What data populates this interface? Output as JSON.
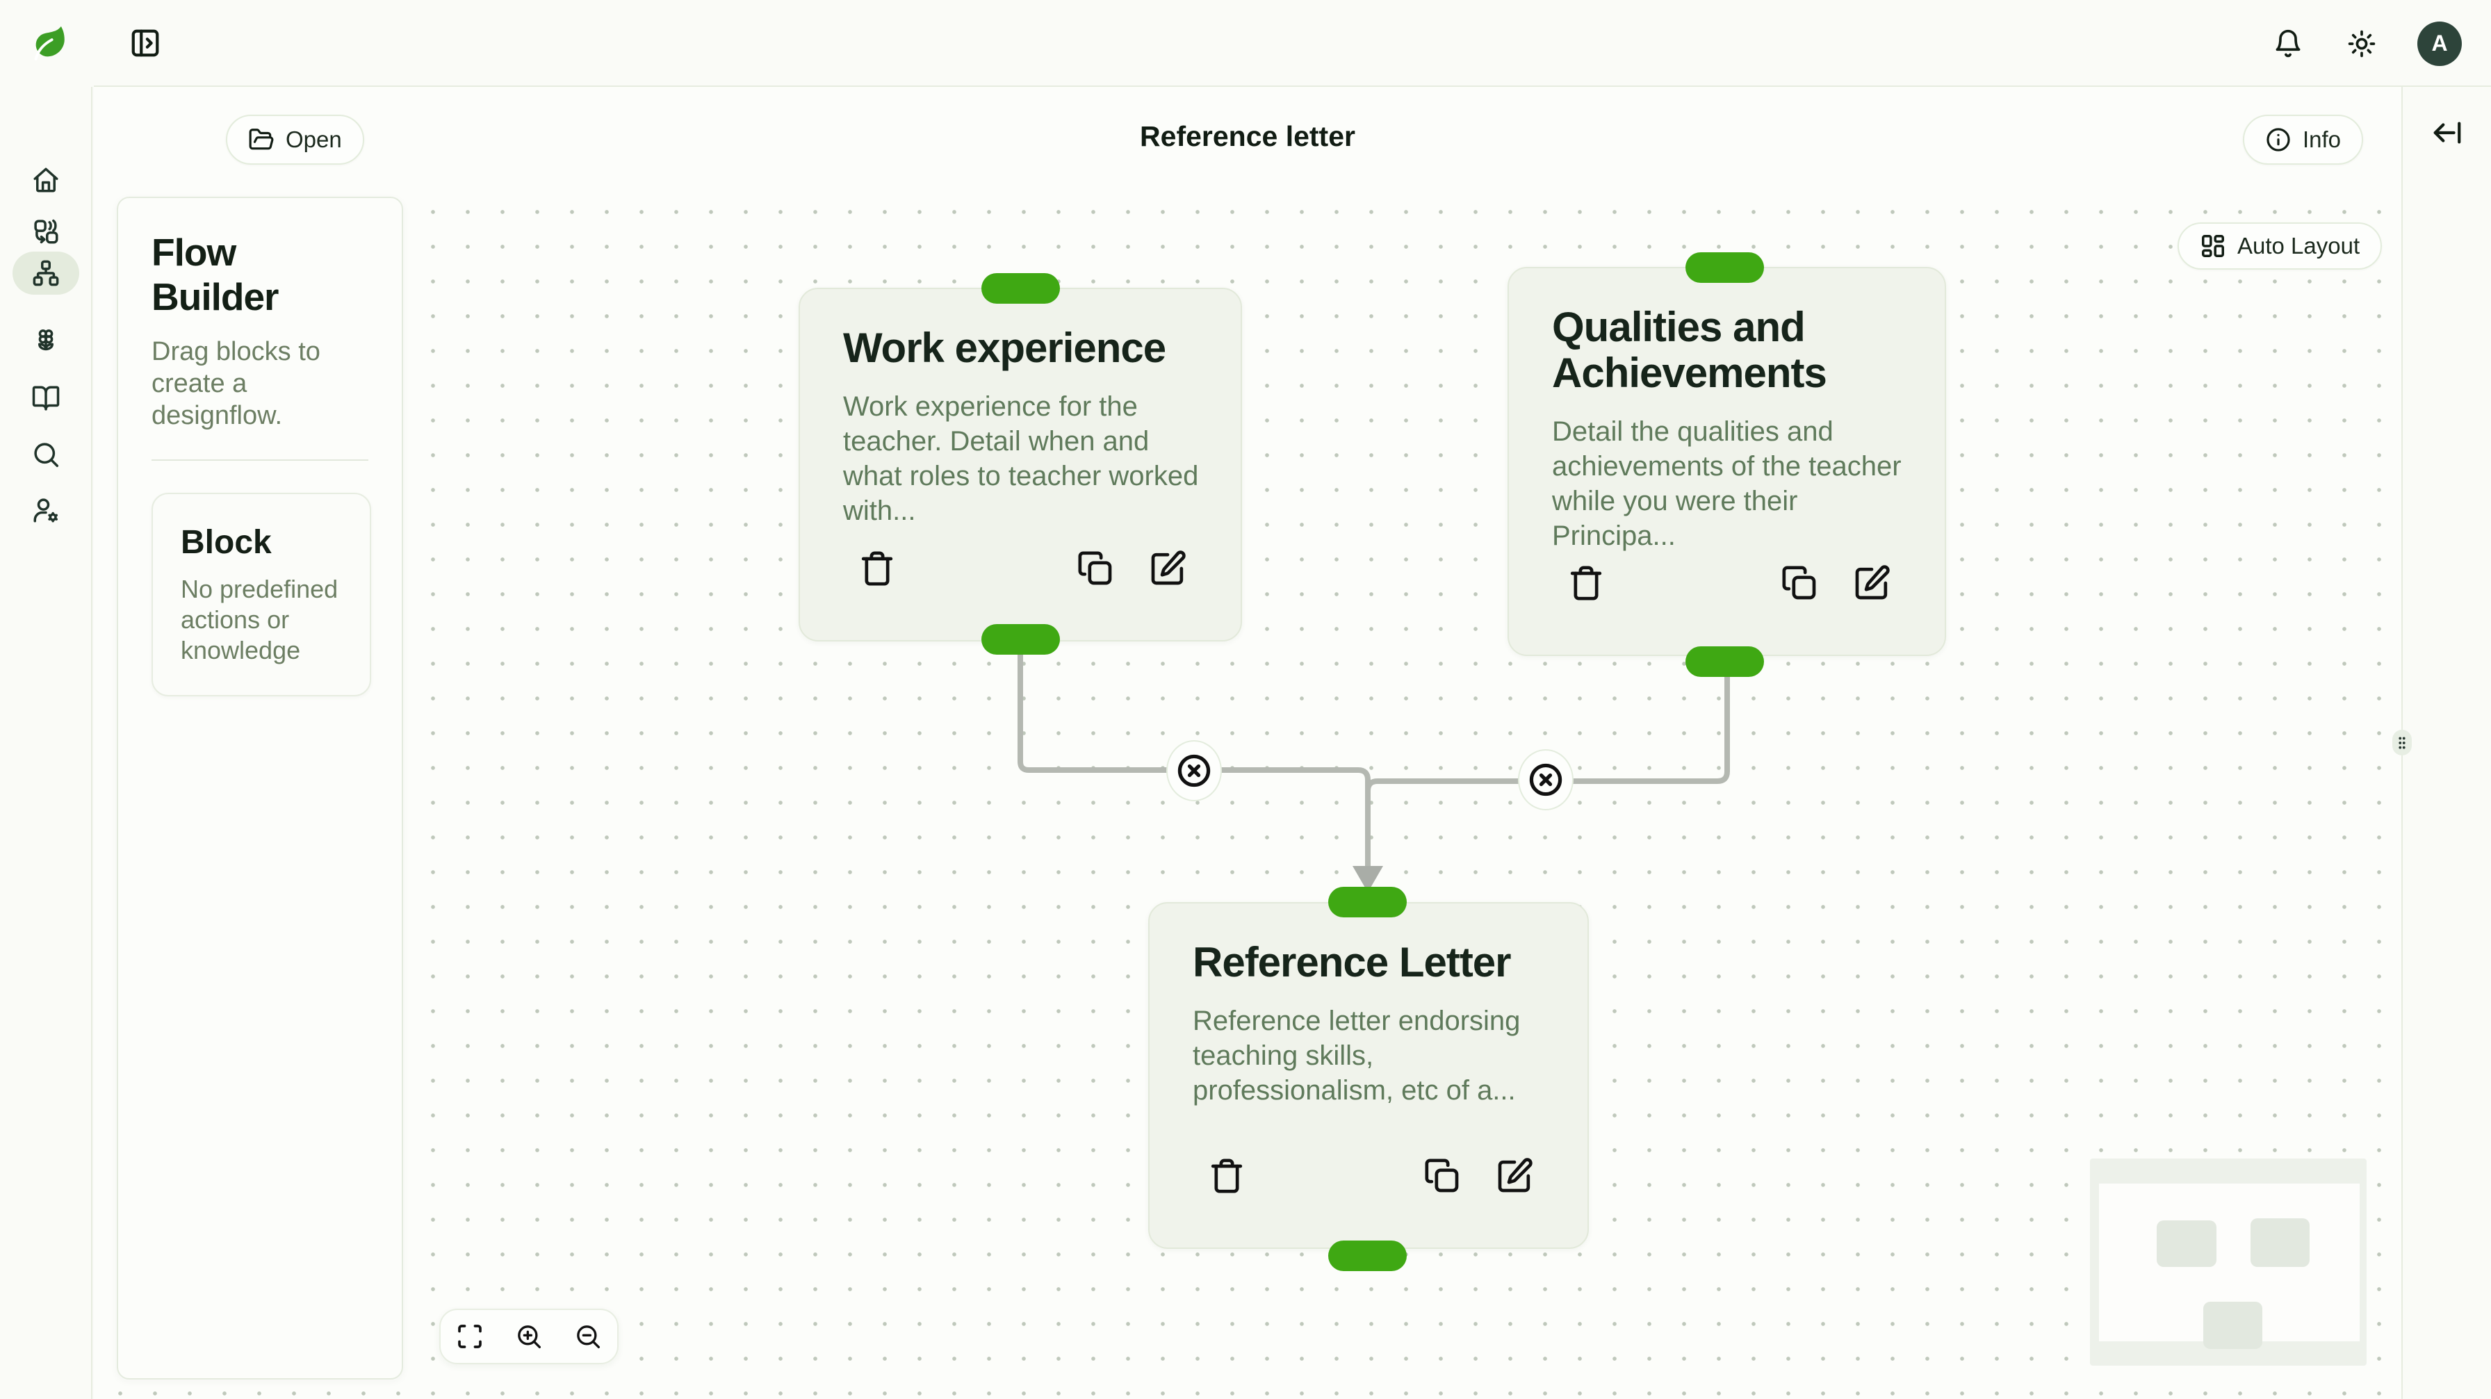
{
  "topbar": {
    "avatar_initial": "A"
  },
  "header": {
    "open_label": "Open",
    "title": "Reference letter",
    "info_label": "Info"
  },
  "sidebar": {
    "items": [
      {
        "icon": "home-icon"
      },
      {
        "icon": "swap-blocks-icon"
      },
      {
        "icon": "flow-hierarchy-icon",
        "active": true
      },
      {
        "icon": "flower-icon"
      },
      {
        "icon": "book-open-icon"
      },
      {
        "icon": "search-icon"
      },
      {
        "icon": "user-settings-icon"
      }
    ]
  },
  "flow_panel": {
    "title": "Flow Builder",
    "subtitle": "Drag blocks to create a designflow.",
    "block_title": "Block",
    "block_description": "No predefined actions or knowledge"
  },
  "canvas": {
    "auto_layout_label": "Auto Layout",
    "nodes": [
      {
        "title": "Work experience",
        "description": "Work experience for the teacher. Detail when and what roles to teacher worked with..."
      },
      {
        "title": "Qualities and Achievements",
        "description": "Detail the qualities and achievements of the teacher while you were their Principa..."
      },
      {
        "title": "Reference Letter",
        "description": "Reference letter endorsing teaching skills, professionalism, etc of a..."
      }
    ]
  },
  "colors": {
    "accent_green": "#3fa813",
    "leaf_green": "#3c9e25",
    "node_bg": "#f0f3eb",
    "node_border": "#e2e9da",
    "edge_gray": "#b4b8b1",
    "avatar_bg": "#2d443a",
    "active_item_bg": "#e4ebdd",
    "border": "#e6ecdf",
    "text_dark": "#1b291d",
    "text_muted": "#5f7a5b"
  }
}
